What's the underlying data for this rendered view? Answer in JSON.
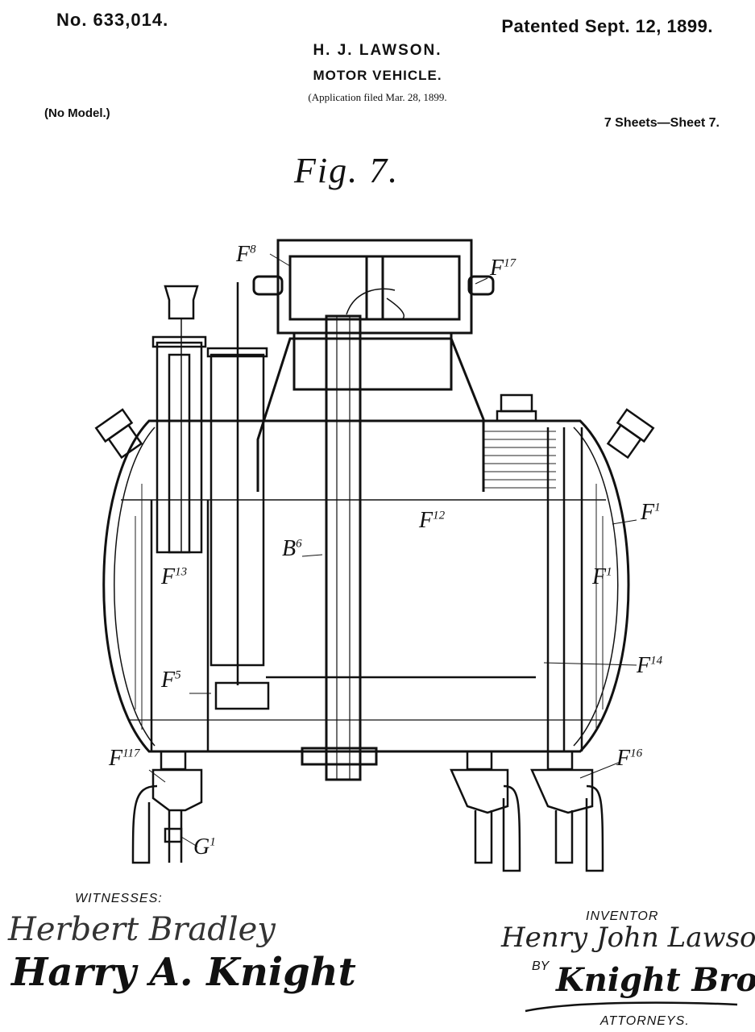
{
  "header": {
    "patent_number": "No. 633,014.",
    "patent_date": "Patented Sept. 12, 1899.",
    "inventor": "H. J. LAWSON.",
    "title": "MOTOR VEHICLE.",
    "application": "(Application filed Mar. 28, 1899.",
    "model_note": "(No Model.)",
    "sheets": "7 Sheets—Sheet 7."
  },
  "figure": {
    "label": "Fig. 7.",
    "references": {
      "f8": {
        "letter": "F",
        "num": "8"
      },
      "f17": {
        "letter": "F",
        "num": "17"
      },
      "f1_right": {
        "letter": "F",
        "num": "1"
      },
      "f12": {
        "letter": "F",
        "num": "12"
      },
      "b6": {
        "letter": "B",
        "num": "6"
      },
      "f13": {
        "letter": "F",
        "num": "13"
      },
      "f1_inner": {
        "letter": "F",
        "num": "1"
      },
      "f14": {
        "letter": "F",
        "num": "14"
      },
      "f5": {
        "letter": "F",
        "num": "5"
      },
      "f117": {
        "letter": "F",
        "num": "117"
      },
      "f16": {
        "letter": "F",
        "num": "16"
      },
      "g1": {
        "letter": "G",
        "num": "1"
      }
    }
  },
  "footer": {
    "witnesses_label": "WITNESSES:",
    "witness_signatures": [
      "Herbert Bradley",
      "Harry A. Knight"
    ],
    "inventor_label": "INVENTOR",
    "inventor_signature": "Henry John Lawson",
    "by_label": "BY",
    "attorney_signature": "Knight Bros",
    "attorneys_label": "ATTORNEYS."
  }
}
